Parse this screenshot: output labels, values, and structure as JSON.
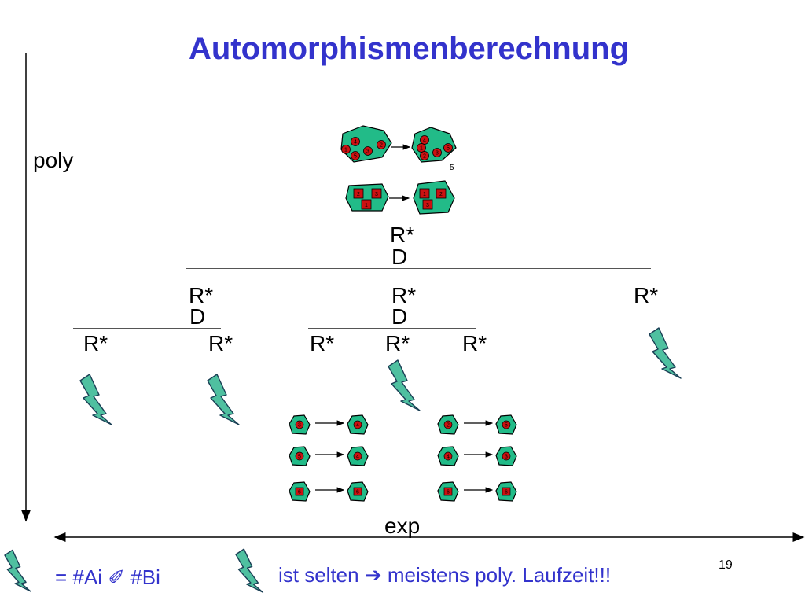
{
  "title": "Automorphismenberechnung",
  "axis": {
    "vertical_label": "poly",
    "horizontal_label": "exp"
  },
  "tree": {
    "root": {
      "r": "R*",
      "d": "D"
    },
    "level1": [
      {
        "r": "R*",
        "d": "D"
      },
      {
        "r": "R*",
        "d": "D"
      },
      {
        "r": "R*"
      }
    ],
    "level2_left": [
      "R*",
      "R*"
    ],
    "level2_middle": [
      "R*",
      "R*",
      "R*"
    ]
  },
  "top_figure": {
    "row1_left_labels": [
      "1",
      "4",
      "2",
      "3",
      "5"
    ],
    "row1_right_labels": [
      "4",
      "1",
      "3",
      "2",
      "5"
    ],
    "row1_note": "5",
    "row2_left_labels": [
      "2",
      "3",
      "1"
    ],
    "row2_right_labels": [
      "1",
      "2",
      "3"
    ]
  },
  "bottom_pairs": {
    "left": [
      [
        "3",
        "4"
      ],
      [
        "5",
        "4"
      ],
      [
        "6",
        "6"
      ]
    ],
    "right": [
      [
        "2",
        "5"
      ],
      [
        "4",
        "3"
      ],
      [
        "6",
        "6"
      ]
    ]
  },
  "footer": {
    "legend_text_a": "= #Ai",
    "legend_symbol": "✐",
    "legend_text_b": "#Bi",
    "note_prefix": "ist selten",
    "note_arrow": "➔",
    "note_suffix": "meistens poly. Laufzeit!!!",
    "page_number": "19"
  },
  "colors": {
    "title": "#3333cc",
    "footer": "#3333cc",
    "lightning": "#4fc0a0",
    "shape_fill": "#22bb88",
    "node_fill": "#cc1111"
  }
}
